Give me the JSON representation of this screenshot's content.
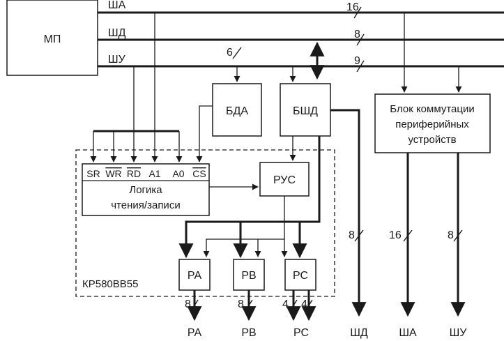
{
  "blocks": {
    "mp": "МП",
    "bda": "БДА",
    "bshd": "БШД",
    "rus": "РУС",
    "logic_line1": "Логика",
    "logic_line2": "чтения/записи",
    "periph_line1": "Блок коммутации",
    "periph_line2": "периферийных",
    "periph_line3": "устройств",
    "pa": "РА",
    "pb": "РВ",
    "pc": "РС",
    "chip": "КР580ВВ55"
  },
  "buses": {
    "address": "ША",
    "data": "ШД",
    "control": "ШУ"
  },
  "pins": {
    "sr": "SR",
    "wr": "WR",
    "rd": "RD",
    "a1": "A1",
    "a0": "A0",
    "cs": "CS"
  },
  "widths": {
    "address_top": "16",
    "data_top": "8",
    "control_top": "9",
    "to_bda": "6",
    "pa_out": "8",
    "pb_out": "8",
    "pc_out_a": "4",
    "pc_out_b": "4",
    "data_out": "8",
    "address_out": "16",
    "control_out": "8"
  },
  "outputs": {
    "pa": "РА",
    "pb": "РВ",
    "pc": "РС",
    "data": "ШД",
    "address": "ША",
    "control": "ШУ"
  }
}
